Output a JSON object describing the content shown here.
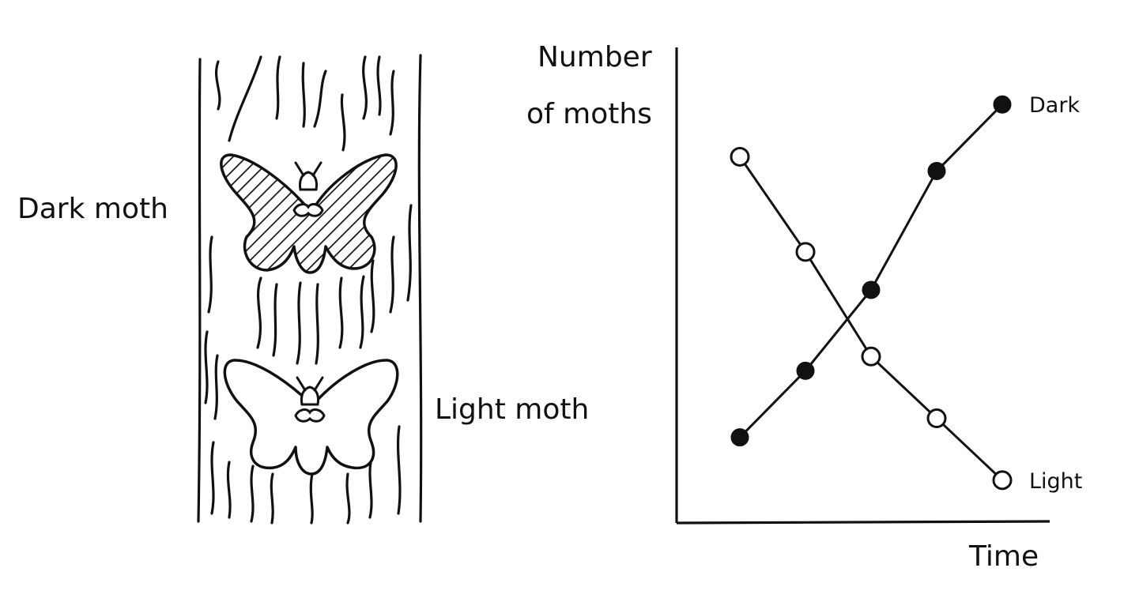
{
  "labels": {
    "dark_moth": "Dark moth",
    "light_moth": "Light moth"
  },
  "icons": {
    "tree": "tree-trunk-icon",
    "dark_moth": "dark-moth-icon",
    "light_moth": "light-moth-icon"
  },
  "chart_data": {
    "type": "line",
    "ylabel_line1": "Number",
    "ylabel_line2": "of moths",
    "xlabel": "Time",
    "x": [
      1,
      2,
      3,
      4,
      5
    ],
    "ylim": [
      0,
      10
    ],
    "grid": false,
    "legend": "inline labels at line ends",
    "series": [
      {
        "name": "Dark",
        "marker": "filled-circle",
        "values": [
          1.8,
          3.2,
          4.9,
          7.4,
          8.8
        ]
      },
      {
        "name": "Light",
        "marker": "open-circle",
        "values": [
          7.7,
          5.7,
          3.5,
          2.2,
          0.9
        ]
      }
    ],
    "colors": {
      "line": "#111111",
      "filled_marker": "#111111",
      "open_marker": "#ffffff"
    }
  }
}
